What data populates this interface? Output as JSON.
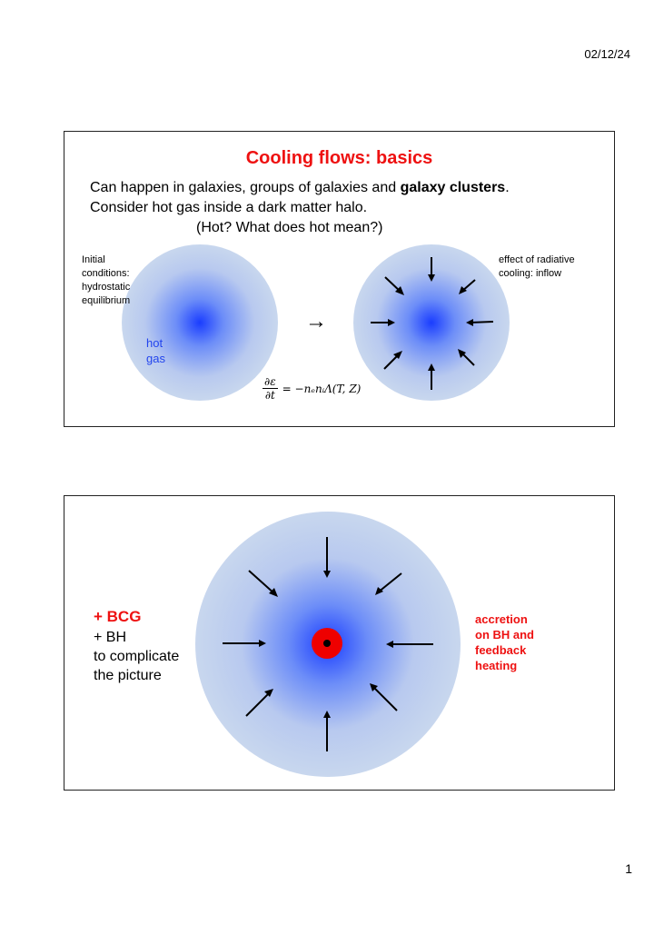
{
  "page": {
    "date": "02/12/24",
    "number": "1"
  },
  "slide1": {
    "title": "Cooling flows: basics",
    "line1_text": "Can happen in galaxies, groups of galaxies and ",
    "line1_bold": "galaxy clusters",
    "line1_end": ".",
    "line2": "Consider hot gas inside a dark matter halo.",
    "line3": "(Hot? What does hot mean?)",
    "left_note": [
      "Initial",
      "conditions:",
      "hydrostatic",
      "equilibrium"
    ],
    "right_note": [
      "effect of radiative",
      "cooling: inflow"
    ],
    "hot_gas": [
      "hot",
      "gas"
    ],
    "transition_arrow": "→",
    "formula": {
      "num": "∂ε",
      "den": "∂t",
      "rhs": "= −nₑnᵢΛ(T, Z)"
    }
  },
  "slide2": {
    "bcg": "+ BCG",
    "bh": "+ BH",
    "complicate1": "to complicate",
    "complicate2": "the picture",
    "accretion": [
      "accretion",
      "on BH and",
      "feedback",
      "heating"
    ]
  },
  "colors": {
    "accent_red": "#ee1111",
    "hot_gas_blue": "#2244ee",
    "halo_outer": "#c5d5ee",
    "core_blue": "#1a3dff"
  }
}
